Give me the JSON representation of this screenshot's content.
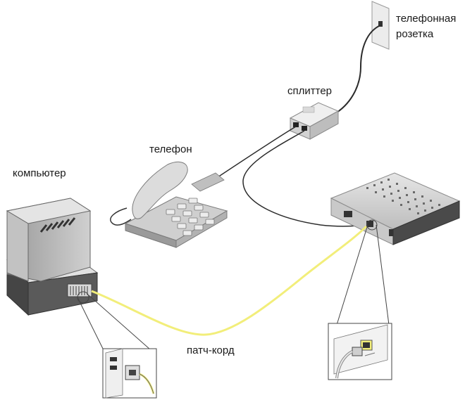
{
  "labels": {
    "socket_line1": "телефонная",
    "socket_line2": "розетка",
    "splitter": "сплиттер",
    "phone": "телефон",
    "computer": "компьютер",
    "patch_cord": "патч-корд"
  },
  "colors": {
    "patch_cord": "#f2ee7a",
    "phone_cable": "#3a3a3a",
    "device_body": "#d9d9d9",
    "device_dark": "#3c3c3c"
  }
}
